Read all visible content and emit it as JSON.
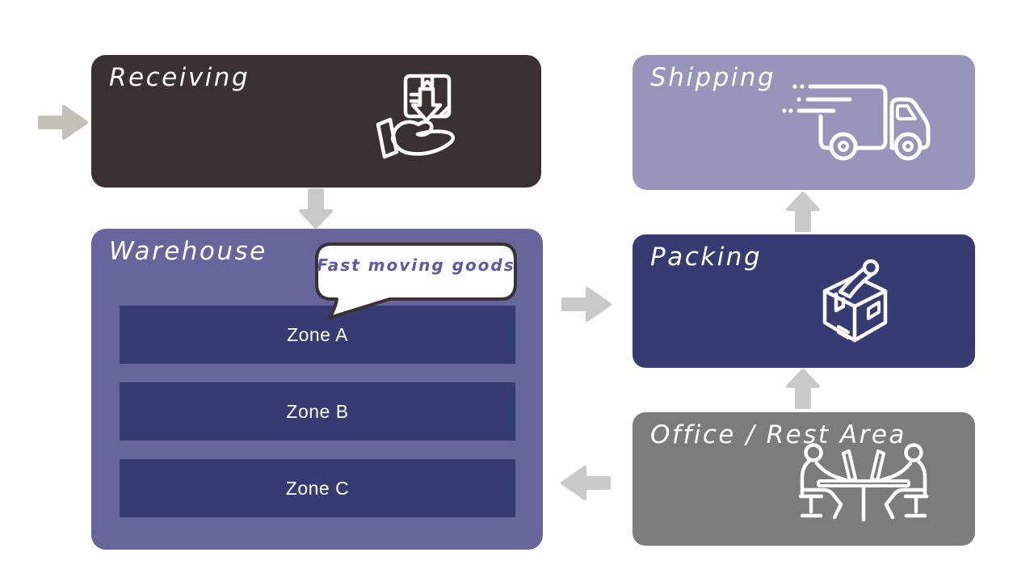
{
  "diagram": {
    "name": "Warehouse flow diagram",
    "nodes": {
      "receiving": {
        "label": "Receiving",
        "color": "#3a3133",
        "icon": "receive-package-icon"
      },
      "shipping": {
        "label": "Shipping",
        "color": "#9795ba",
        "icon": "delivery-truck-icon"
      },
      "warehouse": {
        "label": "Warehouse",
        "color": "#67659c",
        "zone_color": "#363c72",
        "zones": [
          {
            "label": "Zone A"
          },
          {
            "label": "Zone B"
          },
          {
            "label": "Zone C"
          }
        ],
        "callout": {
          "text": "Fast moving goods",
          "points_to": "Zone A",
          "text_color": "#5c5aa1",
          "border_color": "#3a3133"
        }
      },
      "packing": {
        "label": "Packing",
        "color": "#363c72",
        "icon": "packing-box-icon"
      },
      "office": {
        "label": "Office / Rest Area",
        "color": "#7d7c7c",
        "icon": "office-workers-icon"
      }
    },
    "flows": [
      {
        "from": "inbound",
        "to": "receiving",
        "direction": "right"
      },
      {
        "from": "receiving",
        "to": "warehouse",
        "direction": "down"
      },
      {
        "from": "warehouse",
        "to": "packing",
        "direction": "right"
      },
      {
        "from": "packing",
        "to": "shipping",
        "direction": "up"
      },
      {
        "from": "office",
        "to": "packing",
        "direction": "up"
      },
      {
        "from": "office",
        "to": "warehouse",
        "direction": "left"
      }
    ],
    "arrow_color": "#c9c9c9",
    "inbound_arrow_color": "#c3c0b8"
  }
}
